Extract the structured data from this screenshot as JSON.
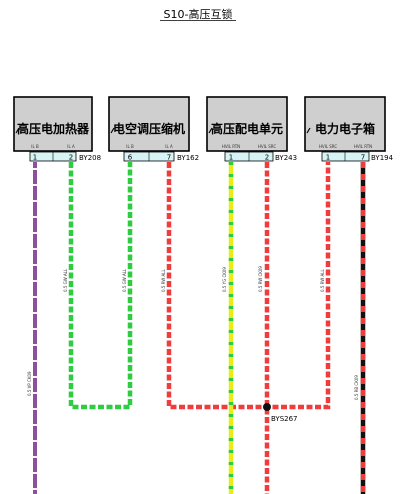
{
  "title": "S10-高压互锁",
  "colors": {
    "purple": "#8e4f9e",
    "white_stripe": "#ffffff",
    "green": "#2ecc40",
    "red": "#f03c3c",
    "yellow": "#e8ec17",
    "black": "#111111",
    "box_fill": "#cfcfcf",
    "pin_fill": "#d6f4f6"
  },
  "components": [
    {
      "name": "高压电加热器",
      "connector": "BY208",
      "pins": [
        {
          "num": "1",
          "label": "IL B"
        },
        {
          "num": "2",
          "label": "IL A"
        }
      ]
    },
    {
      "name": "电空调压缩机",
      "connector": "BY162",
      "pins": [
        {
          "num": "6",
          "label": "IL B"
        },
        {
          "num": "7",
          "label": "IL A"
        }
      ]
    },
    {
      "name": "高压配电单元",
      "connector": "BY243",
      "pins": [
        {
          "num": "1",
          "label": "HVIL RTN"
        },
        {
          "num": "2",
          "label": "HVIL SRC"
        }
      ]
    },
    {
      "name": "电力电子箱",
      "connector": "BY194",
      "pins": [
        {
          "num": "1",
          "label": "HVIL SRC"
        },
        {
          "num": "7",
          "label": "HVIL RTN"
        }
      ]
    }
  ],
  "wires": [
    {
      "label": "0.5 VP  CK09",
      "color": "purple"
    },
    {
      "label": "0.5 GW  ALL",
      "color": "green"
    },
    {
      "label": "0.5 GW  ALL",
      "color": "green"
    },
    {
      "label": "0.5 RW  ALL",
      "color": "red"
    },
    {
      "label": "0.5 YG  CK09",
      "color": "yellow"
    },
    {
      "label": "0.5 RW  CK09",
      "color": "red"
    },
    {
      "label": "0.5 RW  ALL",
      "color": "red"
    },
    {
      "label": "0.5 RB  CK09",
      "color": "black"
    }
  ],
  "splice": {
    "label": "BYS267"
  }
}
